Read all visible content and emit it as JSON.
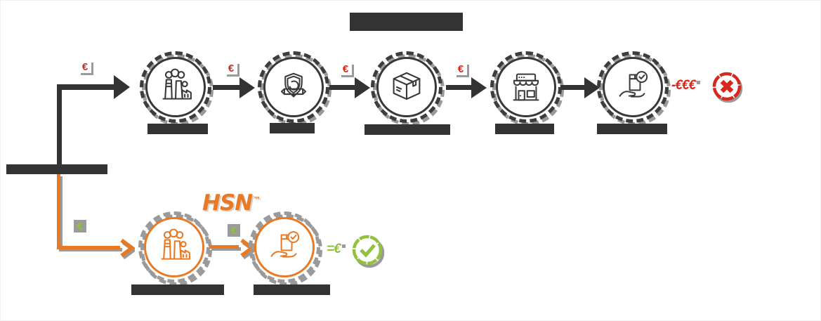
{
  "colors": {
    "dark": "#333333",
    "red": "#d7281e",
    "orange": "#e87a25",
    "green": "#92c13d",
    "gray_shadow": "#9a9a9a",
    "background": "#ffffff"
  },
  "logo": {
    "text": "HSN",
    "trademark": "™"
  },
  "markers": {
    "cost_glyph": "€"
  },
  "results": {
    "traditional": {
      "text": "-€€€",
      "status_icon": "rejected-x-icon"
    },
    "direct": {
      "text": "=€",
      "status_icon": "approved-check-icon"
    }
  },
  "flows": {
    "traditional": {
      "steps": [
        {
          "icon": "factory"
        },
        {
          "icon": "brand-badge"
        },
        {
          "icon": "package-box"
        },
        {
          "icon": "storefront"
        },
        {
          "icon": "hand-delivery"
        }
      ]
    },
    "direct": {
      "steps": [
        {
          "icon": "factory"
        },
        {
          "icon": "hand-delivery"
        }
      ]
    }
  },
  "redactions": {
    "title": true,
    "step_labels": true,
    "source_label": true
  }
}
